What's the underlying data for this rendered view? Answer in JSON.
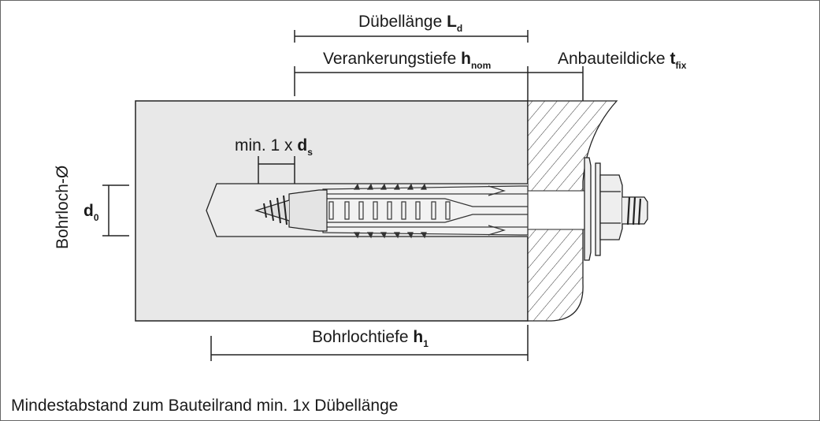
{
  "labels": {
    "dowel_length": "Dübellänge ",
    "dowel_length_sym": "L",
    "dowel_length_sub": "d",
    "anchorage_depth": "Verankerungstiefe ",
    "anchorage_depth_sym": "h",
    "anchorage_depth_sub": "nom",
    "fixture_thickness": "Anbauteildicke ",
    "fixture_thickness_sym": "t",
    "fixture_thickness_sub": "fix",
    "min_distance": "min. 1 x ",
    "min_distance_sym": "d",
    "min_distance_sub": "s",
    "hole_diameter": "Bohrloch-Ø",
    "hole_diameter_sym": "d",
    "hole_diameter_sub": "0",
    "hole_depth": "Bohrlochtiefe ",
    "hole_depth_sym": "h",
    "hole_depth_sub": "1"
  },
  "footer": "Mindestabstand zum Bauteilrand min. 1x Dübellänge",
  "colors": {
    "concrete": "#e8e8e8",
    "line": "#222222"
  }
}
